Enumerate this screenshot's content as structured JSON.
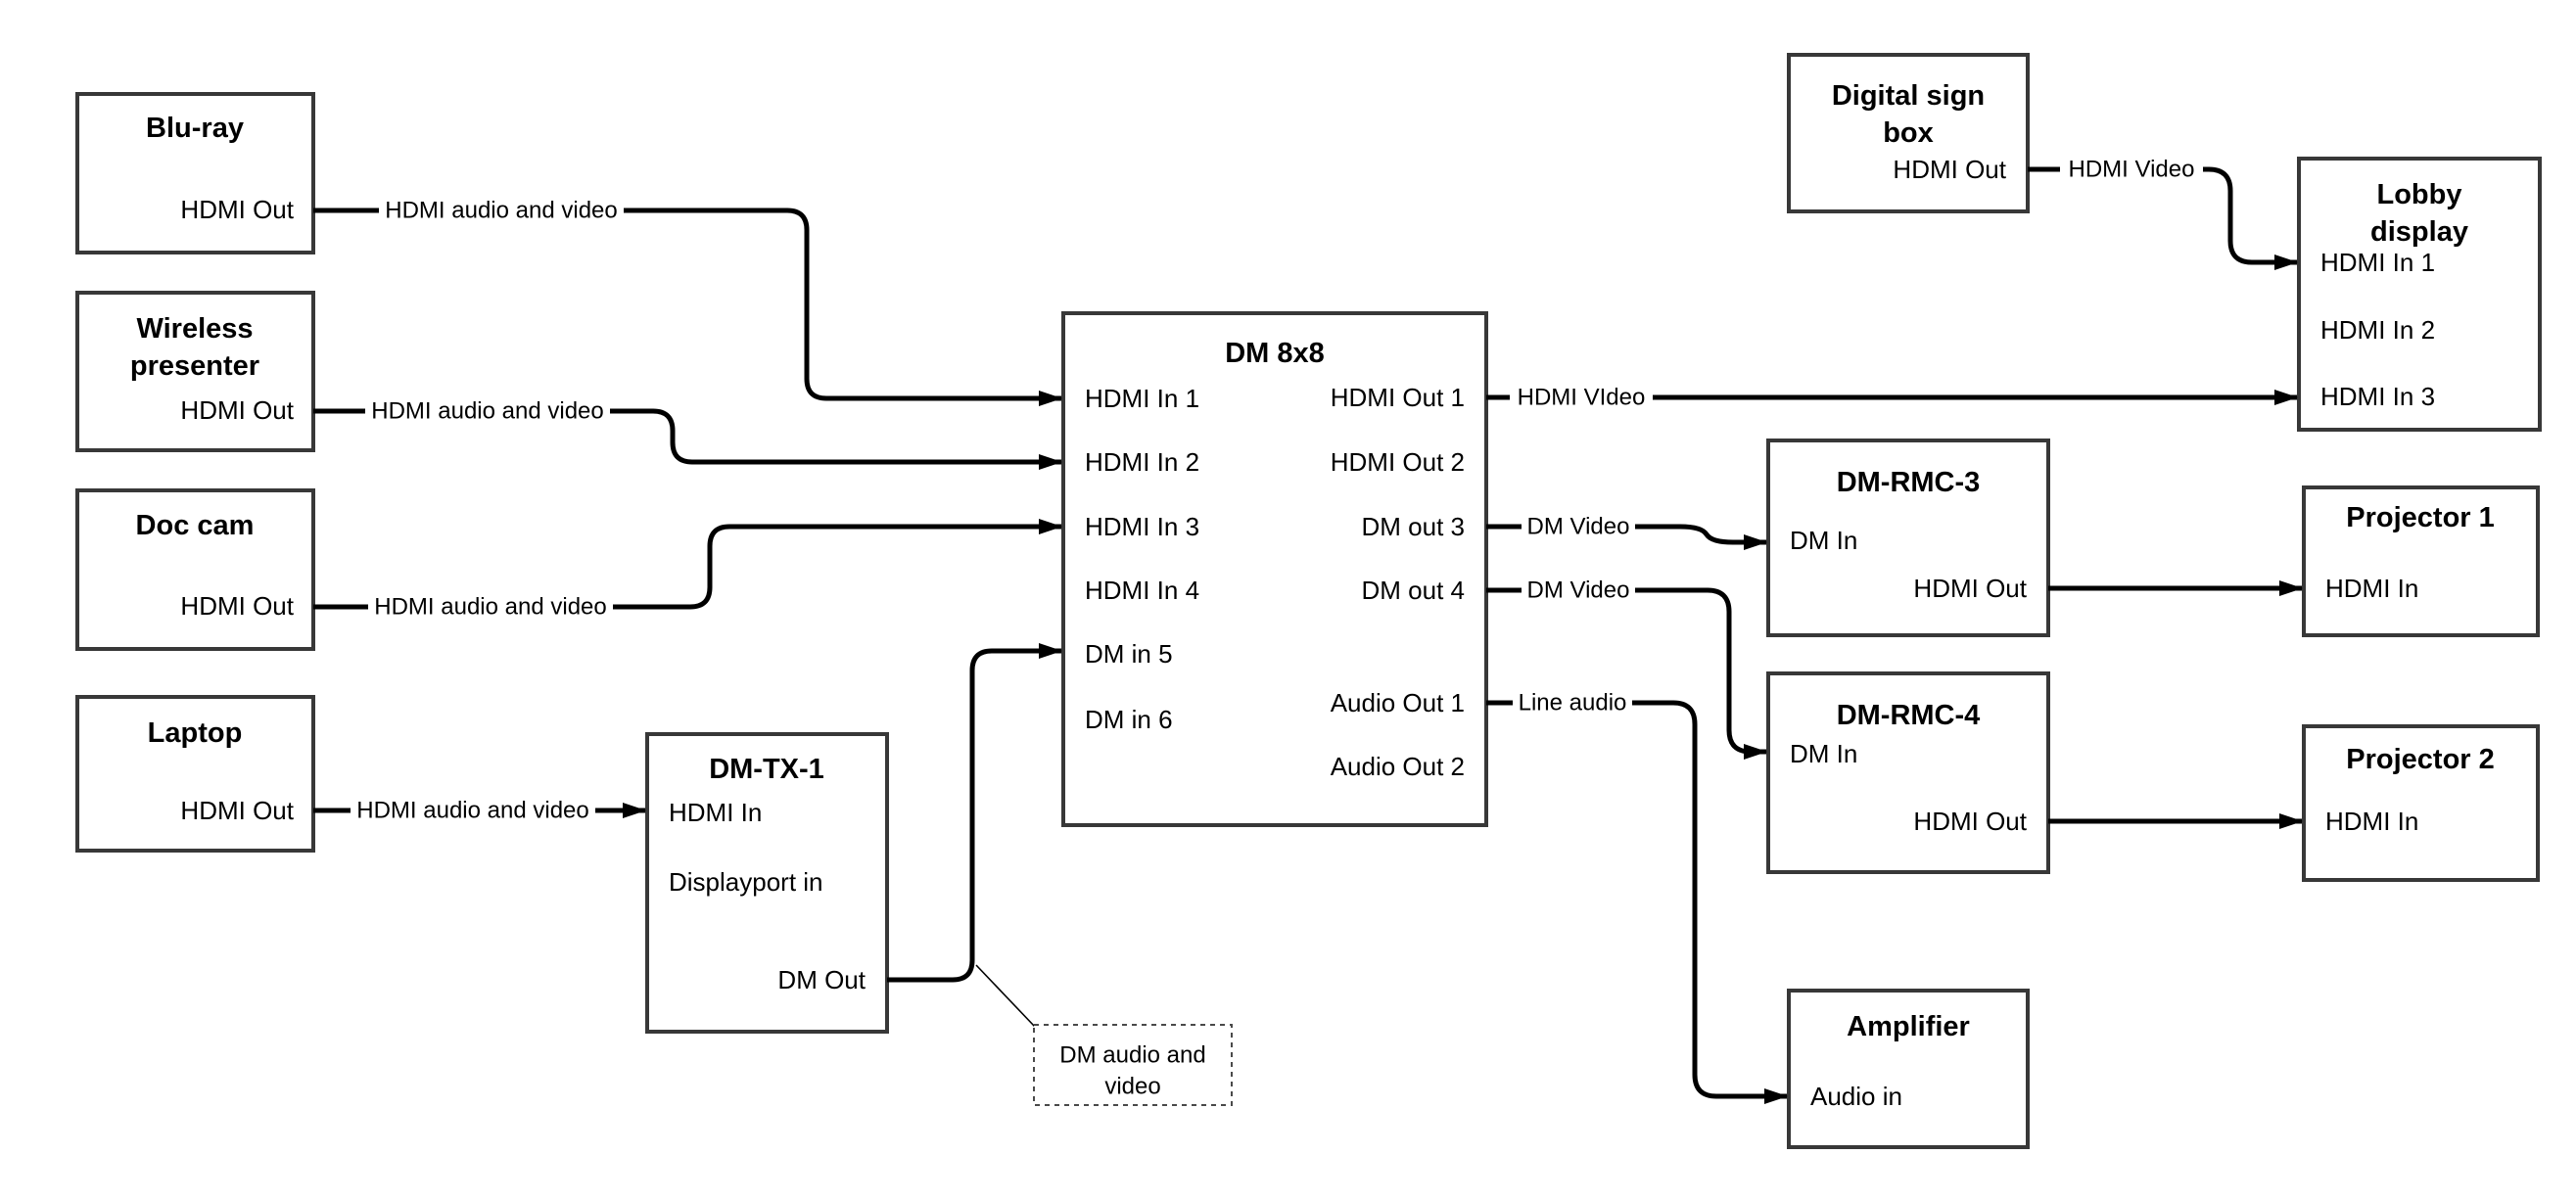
{
  "diagram": {
    "colors": {
      "wire": "#000000",
      "box_border": "#383838",
      "background": "#ffffff"
    },
    "boxes": {
      "bluray": {
        "title": "Blu-ray",
        "ports": {
          "hdmi_out": "HDMI Out"
        }
      },
      "wireless_presenter": {
        "title_line1": "Wireless",
        "title_line2": "presenter",
        "ports": {
          "hdmi_out": "HDMI Out"
        }
      },
      "doc_cam": {
        "title": "Doc cam",
        "ports": {
          "hdmi_out": "HDMI Out"
        }
      },
      "laptop": {
        "title": "Laptop",
        "ports": {
          "hdmi_out": "HDMI Out"
        }
      },
      "dm_tx_1": {
        "title": "DM-TX-1",
        "ports": {
          "hdmi_in": "HDMI In",
          "displayport_in": "Displayport in",
          "dm_out": "DM Out"
        }
      },
      "dm_8x8": {
        "title": "DM 8x8",
        "ports": {
          "hdmi_in_1": "HDMI In 1",
          "hdmi_in_2": "HDMI In 2",
          "hdmi_in_3": "HDMI In 3",
          "hdmi_in_4": "HDMI In 4",
          "dm_in_5": "DM in 5",
          "dm_in_6": "DM in 6",
          "hdmi_out_1": "HDMI Out 1",
          "hdmi_out_2": "HDMI Out 2",
          "dm_out_3": "DM out 3",
          "dm_out_4": "DM out 4",
          "audio_out_1": "Audio Out 1",
          "audio_out_2": "Audio Out 2"
        }
      },
      "digital_sign_box": {
        "title_line1": "Digital sign",
        "title_line2": "box",
        "ports": {
          "hdmi_out": "HDMI Out"
        }
      },
      "lobby_display": {
        "title_line1": "Lobby",
        "title_line2": "display",
        "ports": {
          "hdmi_in_1": "HDMI In 1",
          "hdmi_in_2": "HDMI In 2",
          "hdmi_in_3": "HDMI In 3"
        }
      },
      "dm_rmc_3": {
        "title": "DM-RMC-3",
        "ports": {
          "dm_in": "DM In",
          "hdmi_out": "HDMI Out"
        }
      },
      "projector_1": {
        "title": "Projector 1",
        "ports": {
          "hdmi_in": "HDMI In"
        }
      },
      "dm_rmc_4": {
        "title": "DM-RMC-4",
        "ports": {
          "dm_in": "DM In",
          "hdmi_out": "HDMI Out"
        }
      },
      "projector_2": {
        "title": "Projector 2",
        "ports": {
          "hdmi_in": "HDMI In"
        }
      },
      "amplifier": {
        "title": "Amplifier",
        "ports": {
          "audio_in": "Audio in"
        }
      }
    },
    "annotation": {
      "line1": "DM audio and",
      "line2": "video"
    },
    "wires": {
      "bluray_to_dm8x8_in1": {
        "label": "HDMI audio and video"
      },
      "wireless_to_dm8x8_in2": {
        "label": "HDMI audio and video"
      },
      "doccam_to_dm8x8_in3": {
        "label": "HDMI audio and video"
      },
      "laptop_to_dmtx1": {
        "label": "HDMI audio and video"
      },
      "dm8x8_out1_to_lobby_in3": {
        "label": "HDMI VIdeo"
      },
      "dm8x8_out3_to_dmrmc3": {
        "label": "DM Video"
      },
      "dm8x8_out4_to_dmrmc4": {
        "label": "DM Video"
      },
      "dm8x8_audio1_to_amp": {
        "label": "Line audio"
      },
      "digitalsign_to_lobby_in1": {
        "label": "HDMI Video"
      }
    }
  }
}
